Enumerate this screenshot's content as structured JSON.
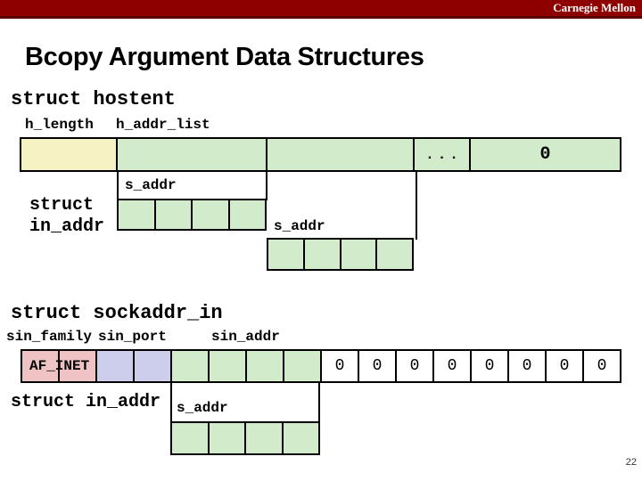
{
  "header": {
    "brand": "Carnegie Mellon"
  },
  "slide": {
    "title": "Bcopy Argument Data Structures",
    "page_number": "22"
  },
  "colors": {
    "bar": "#8E0000",
    "bar_edge": "#5E0000",
    "yellow": "#F6F2C3",
    "green": "#D2ECCB",
    "pink": "#EFC3C3",
    "lavender": "#CDCDEC"
  },
  "hostent": {
    "struct_label": "struct hostent",
    "h_length_label": "h_length",
    "h_addr_list_label": "h_addr_list",
    "ellipsis": "...",
    "null_terminator": "0"
  },
  "in_addr_first": {
    "struct_label": "struct\nin_addr",
    "s_addr_label": "s_addr"
  },
  "in_addr_second": {
    "s_addr_label": "s_addr"
  },
  "sockaddr_in": {
    "struct_label": "struct sockaddr_in",
    "sin_family_label": "sin_family",
    "sin_port_label": "sin_port",
    "sin_addr_label": "sin_addr",
    "sin_family_value": "AF_INET",
    "zeros": [
      "0",
      "0",
      "0",
      "0",
      "0",
      "0",
      "0",
      "0"
    ]
  },
  "in_addr_third": {
    "struct_label": "struct in_addr",
    "s_addr_label": "s_addr"
  }
}
